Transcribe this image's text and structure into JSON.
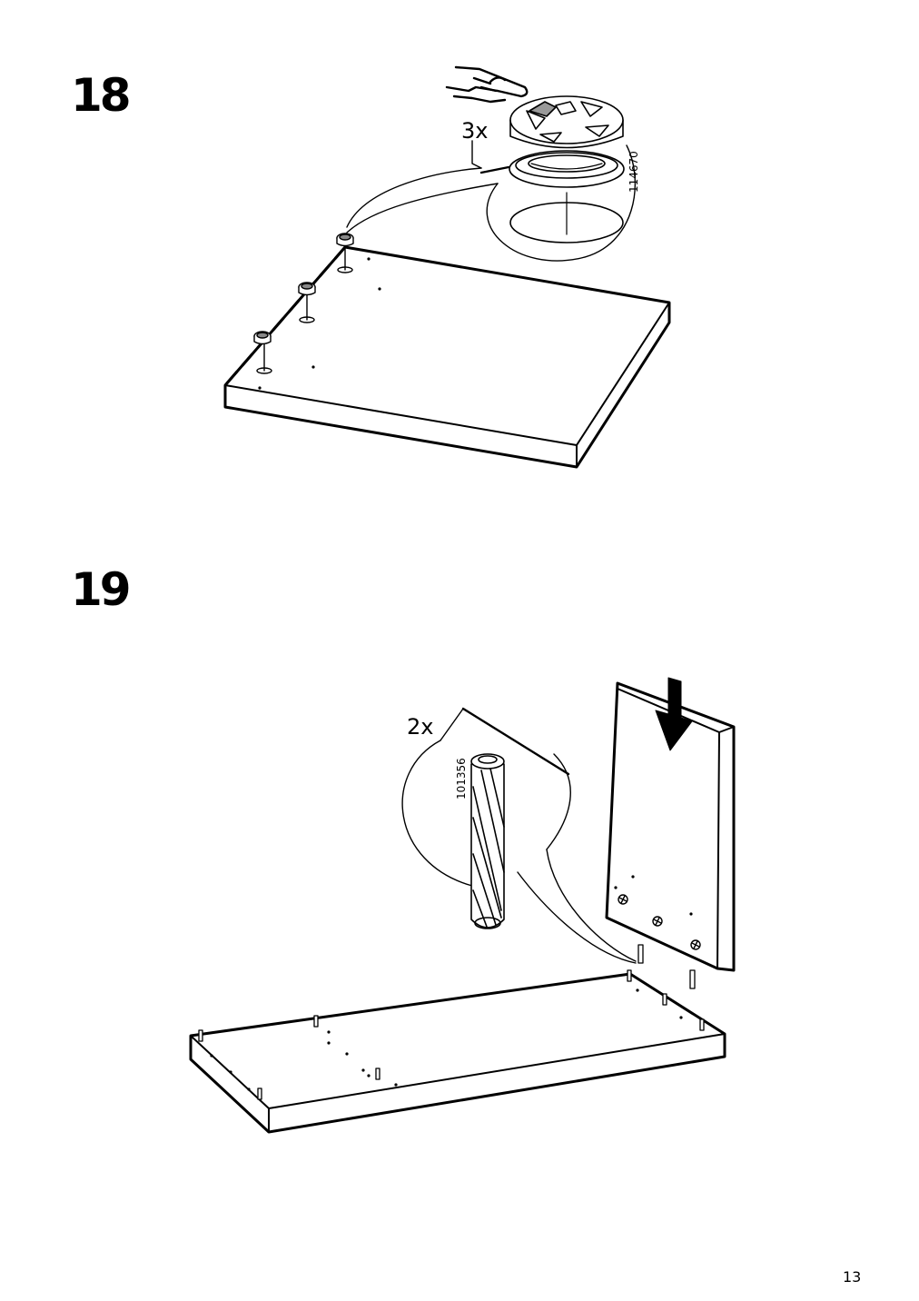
{
  "steps": [
    {
      "number": "18",
      "quantity": "3x",
      "part_number": "114670",
      "action_icon": "finger-press-icon",
      "part_icon": "cam-lock-fitting-icon"
    },
    {
      "number": "19",
      "quantity": "2x",
      "part_number": "101356",
      "action_icon": "down-arrow-icon",
      "part_icon": "wooden-dowel-icon"
    }
  ],
  "page": {
    "number": "13"
  }
}
